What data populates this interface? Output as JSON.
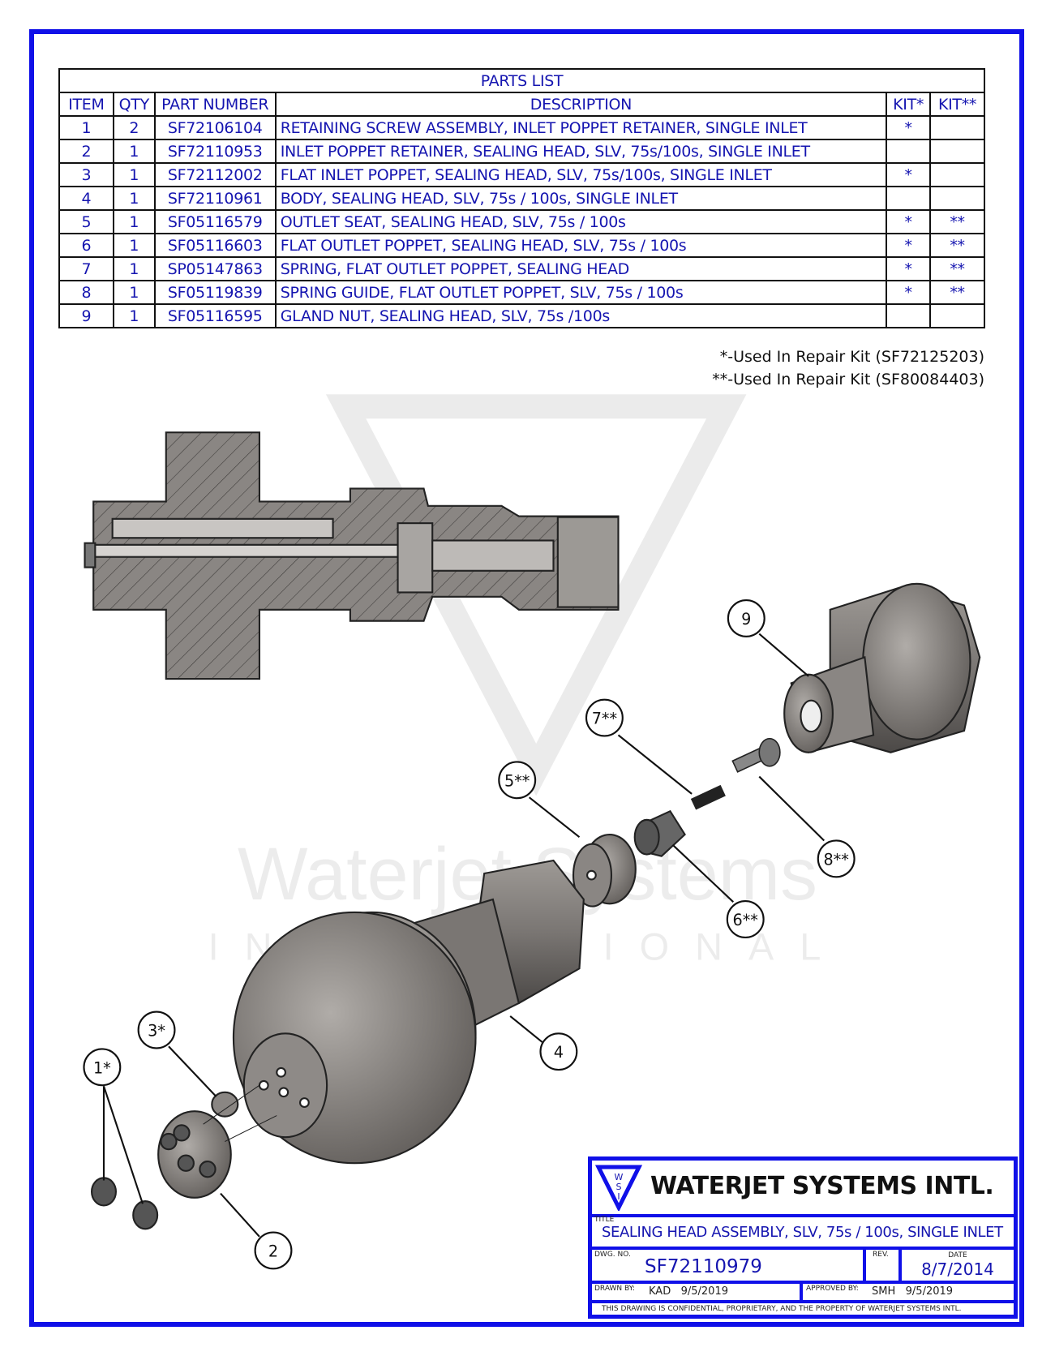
{
  "parts_list": {
    "title": "PARTS LIST",
    "headers": [
      "ITEM",
      "QTY",
      "PART NUMBER",
      "DESCRIPTION",
      "KIT*",
      "KIT**"
    ],
    "rows": [
      {
        "item": "1",
        "qty": "2",
        "part": "SF72106104",
        "desc": "RETAINING SCREW ASSEMBLY, INLET POPPET RETAINER, SINGLE INLET",
        "kit1": "*",
        "kit2": ""
      },
      {
        "item": "2",
        "qty": "1",
        "part": "SF72110953",
        "desc": "INLET POPPET RETAINER, SEALING HEAD, SLV, 75s/100s, SINGLE INLET",
        "kit1": "",
        "kit2": ""
      },
      {
        "item": "3",
        "qty": "1",
        "part": "SF72112002",
        "desc": "FLAT INLET POPPET, SEALING HEAD, SLV, 75s/100s, SINGLE INLET",
        "kit1": "*",
        "kit2": ""
      },
      {
        "item": "4",
        "qty": "1",
        "part": "SF72110961",
        "desc": "BODY, SEALING HEAD, SLV, 75s / 100s, SINGLE INLET",
        "kit1": "",
        "kit2": ""
      },
      {
        "item": "5",
        "qty": "1",
        "part": "SF05116579",
        "desc": "OUTLET SEAT, SEALING HEAD, SLV, 75s / 100s",
        "kit1": "*",
        "kit2": "**"
      },
      {
        "item": "6",
        "qty": "1",
        "part": "SF05116603",
        "desc": "FLAT OUTLET POPPET, SEALING HEAD, SLV, 75s / 100s",
        "kit1": "*",
        "kit2": "**"
      },
      {
        "item": "7",
        "qty": "1",
        "part": "SP05147863",
        "desc": "SPRING, FLAT OUTLET POPPET, SEALING HEAD",
        "kit1": "*",
        "kit2": "**"
      },
      {
        "item": "8",
        "qty": "1",
        "part": "SF05119839",
        "desc": "SPRING GUIDE, FLAT OUTLET POPPET, SLV, 75s / 100s",
        "kit1": "*",
        "kit2": "**"
      },
      {
        "item": "9",
        "qty": "1",
        "part": "SF05116595",
        "desc": "GLAND NUT, SEALING HEAD, SLV, 75s /100s",
        "kit1": "",
        "kit2": ""
      }
    ]
  },
  "notes": [
    "*-Used In Repair Kit (SF72125203)",
    "**-Used In Repair Kit (SF80084403)"
  ],
  "balloons": [
    "9",
    "7**",
    "5**",
    "8**",
    "6**",
    "4",
    "3*",
    "1*",
    "2"
  ],
  "watermark": {
    "line1": "Waterjet Systems",
    "line2": "INTERNATIONAL"
  },
  "title_block": {
    "company": "WATERJET SYSTEMS INTL.",
    "logo_letters": "WSI",
    "title_label": "TITLE",
    "title": "SEALING HEAD ASSEMBLY, SLV, 75s / 100s, SINGLE INLET",
    "dwg_label": "DWG. NO.",
    "dwg_no": "SF72110979",
    "rev_label": "REV.",
    "rev": "",
    "date_label": "DATE",
    "date": "8/7/2014",
    "drawn_label": "DRAWN BY:",
    "drawn": "KAD   9/5/2019",
    "approved_label": "APPROVED BY:",
    "approved": "SMH   9/5/2019",
    "confidential": "THIS DRAWING IS CONFIDENTIAL, PROPRIETARY, AND THE PROPERTY OF WATERJET SYSTEMS INTL."
  },
  "colors": {
    "border": "#1010e8",
    "text": "#1515b0"
  }
}
